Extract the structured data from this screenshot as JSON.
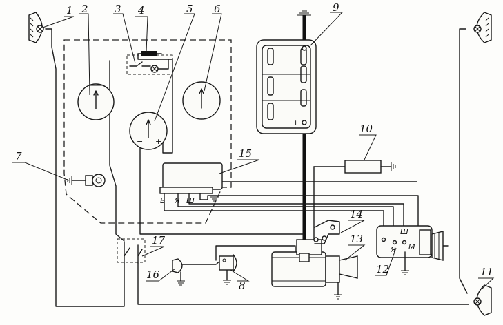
{
  "labels": {
    "c1": "1",
    "c2": "2",
    "c3": "3",
    "c4": "4",
    "c5": "5",
    "c6": "6",
    "c7": "7",
    "c8": "8",
    "c9": "9",
    "c10": "10",
    "c11": "11",
    "c12": "12",
    "c13": "13",
    "c14": "14",
    "c15": "15",
    "c16": "16",
    "c17": "17"
  },
  "battery": {
    "minus": "−",
    "plus": "+"
  },
  "ammeter": {
    "minus": "−",
    "plus": "+"
  },
  "regulator_terminals": {
    "b": "Б",
    "ya": "Я",
    "sh": "Ш"
  },
  "generator_terminals": {
    "sh": "Ш",
    "ya": "Я",
    "m": "М"
  }
}
